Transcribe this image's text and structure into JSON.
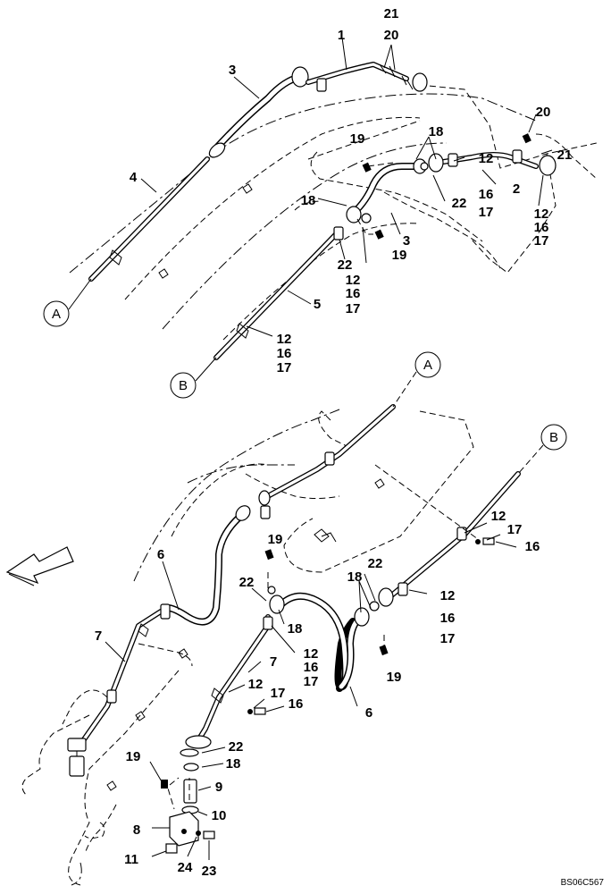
{
  "drawing_code": "BS06C567",
  "connectors": {
    "a": "A",
    "b": "B"
  },
  "upper_labels": {
    "p21": "21",
    "p20": "20",
    "p1": "1",
    "p3": "3",
    "p20r": "20",
    "p21r": "21",
    "p18": "18",
    "p19": "19",
    "p12a": "12",
    "p16a": "16",
    "p17a": "17",
    "p22a": "22",
    "p2": "2",
    "p4": "4",
    "p18b": "18",
    "p3b": "3",
    "p12b": "12",
    "p16b": "16",
    "p17b": "17",
    "p19b": "19",
    "p22b": "22",
    "p12c": "12",
    "p16c": "16",
    "p17c": "17",
    "p5": "5",
    "p12d": "12",
    "p16d": "16",
    "p17d": "17"
  },
  "lower_labels": {
    "p12a": "12",
    "p17a": "17",
    "p16a": "16",
    "p19a": "19",
    "p22a": "22",
    "p18a": "18",
    "p12b": "12",
    "p16b": "16",
    "p17b": "17",
    "p6a": "6",
    "p22b": "22",
    "p18b": "18",
    "p12c": "12",
    "p16c": "16",
    "p17c": "17",
    "p19b": "19",
    "p7a": "7",
    "p7b": "7",
    "p12d": "12",
    "p17d": "17",
    "p16d": "16",
    "p6b": "6",
    "p22c": "22",
    "p18c": "18",
    "p19c": "19",
    "p9": "9",
    "p10": "10",
    "p8": "8",
    "p11": "11",
    "p24": "24",
    "p23": "23"
  }
}
